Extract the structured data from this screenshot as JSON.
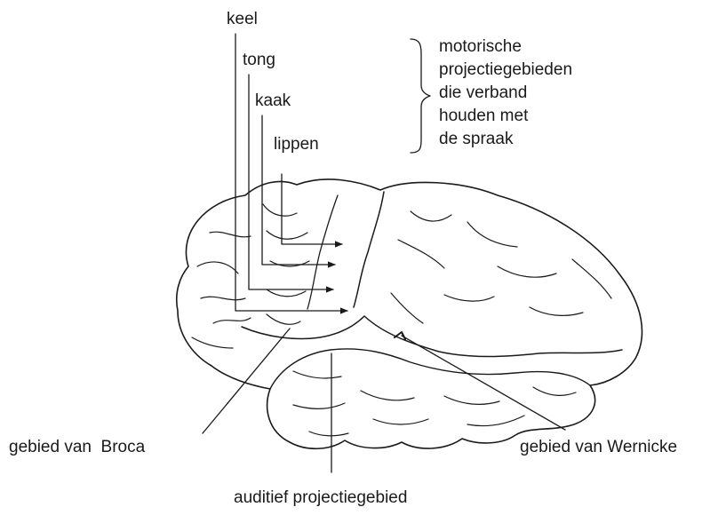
{
  "labels": {
    "throat": "keel",
    "tongue": "tong",
    "jaw": "kaak",
    "lips": "lippen",
    "broca": "gebied van  Broca",
    "wernicke": "gebied van Wernicke",
    "auditory": "auditief projectiegebied"
  },
  "note": {
    "lines": [
      "motorische",
      "projectiegebieden",
      "die verband",
      "houden met",
      "de spraak"
    ]
  }
}
